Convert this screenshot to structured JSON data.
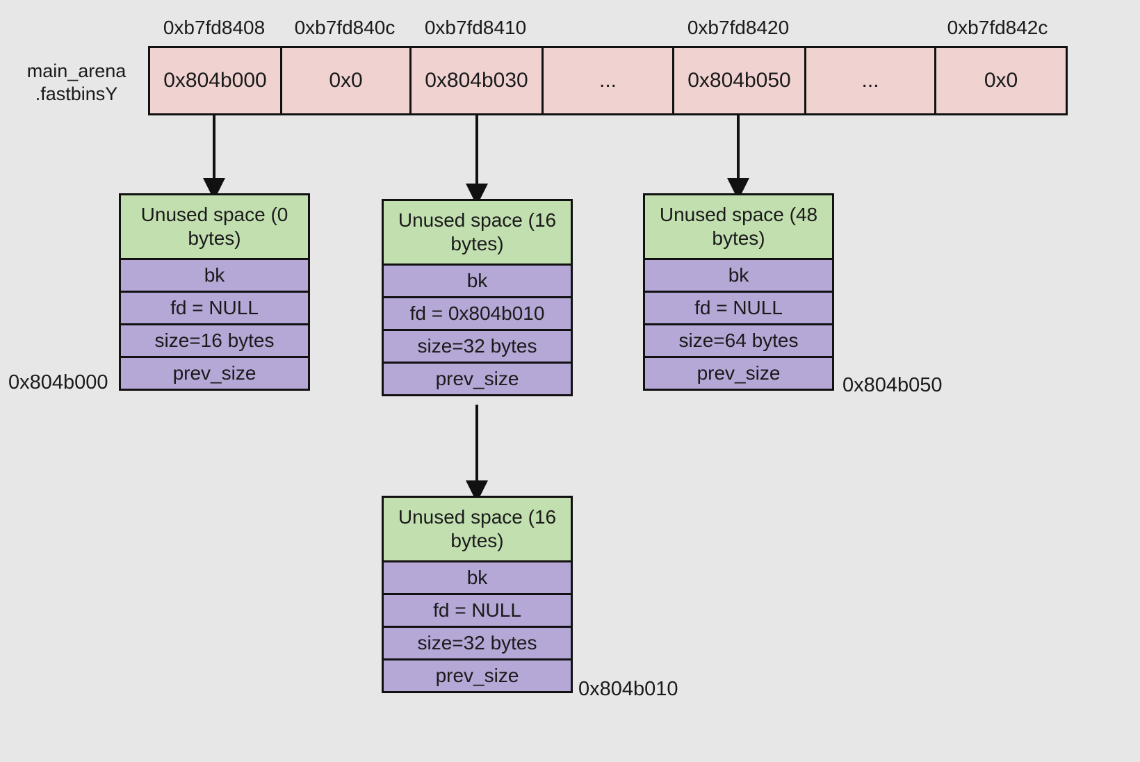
{
  "diagram": {
    "title": "glibc fastbins linked-list layout",
    "background_color": "#e7e7e7",
    "colors": {
      "array_cell": "#f0d3d1",
      "unused_space": "#c2dfb0",
      "chunk_field": "#b5a7d6",
      "stroke": "#111111"
    }
  },
  "fastbins": {
    "label_line1": "main_arena",
    "label_line2": ".fastbinsY",
    "address_ticks": [
      {
        "text": "0xb7fd8408",
        "cell_index": 0
      },
      {
        "text": "0xb7fd840c",
        "cell_index": 1
      },
      {
        "text": "0xb7fd8410",
        "cell_index": 2
      },
      {
        "text": "0xb7fd8420",
        "cell_index": 4
      },
      {
        "text": "0xb7fd842c",
        "cell_index": 6
      }
    ],
    "cells": [
      {
        "value": "0x804b000",
        "has_arrow": true
      },
      {
        "value": "0x0",
        "has_arrow": false
      },
      {
        "value": "0x804b030",
        "has_arrow": true
      },
      {
        "value": "...",
        "has_arrow": false
      },
      {
        "value": "0x804b050",
        "has_arrow": true
      },
      {
        "value": "...",
        "has_arrow": false
      },
      {
        "value": "0x0",
        "has_arrow": false
      }
    ]
  },
  "chunks": [
    {
      "id": "chunk-804b000",
      "unused": "Unused space (0 bytes)",
      "fields": [
        "bk",
        "fd = NULL",
        "size=16 bytes",
        "prev_size"
      ],
      "address_label": "0x804b000",
      "address_side": "left"
    },
    {
      "id": "chunk-804b030",
      "unused": "Unused space (16 bytes)",
      "fields": [
        "bk",
        "fd = 0x804b010",
        "size=32 bytes",
        "prev_size"
      ],
      "address_label": "",
      "address_side": "none"
    },
    {
      "id": "chunk-804b050",
      "unused": "Unused space (48 bytes)",
      "fields": [
        "bk",
        "fd = NULL",
        "size=64 bytes",
        "prev_size"
      ],
      "address_label": "0x804b050",
      "address_side": "right"
    },
    {
      "id": "chunk-804b010",
      "unused": "Unused space (16 bytes)",
      "fields": [
        "bk",
        "fd = NULL",
        "size=32 bytes",
        "prev_size"
      ],
      "address_label": "0x804b010",
      "address_side": "right"
    }
  ]
}
